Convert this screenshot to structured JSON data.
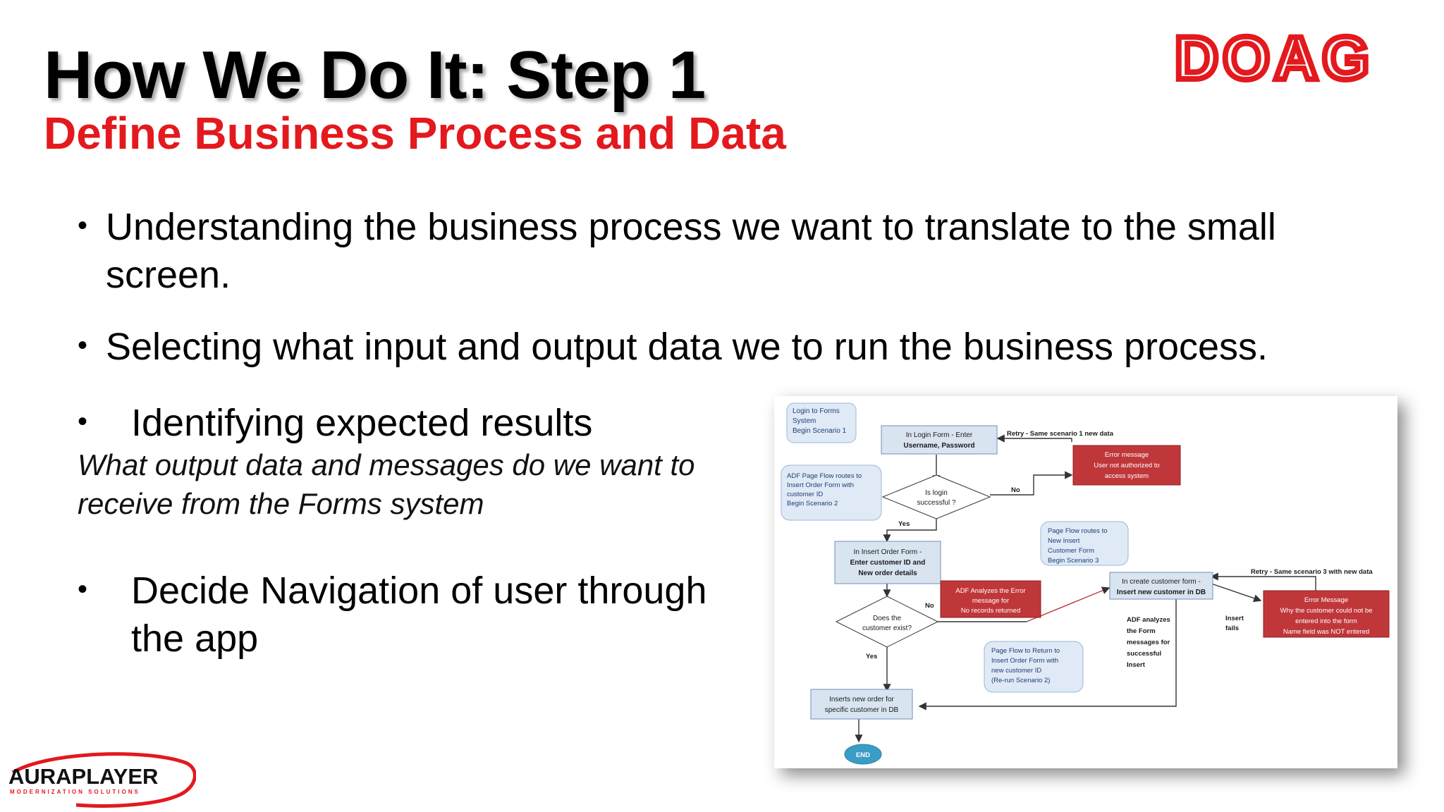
{
  "slide": {
    "title": "How We Do It: Step 1",
    "subtitle": "Define Business Process and Data",
    "logo_text": "DOAG",
    "footer_logo": {
      "name": "AURAPLAYER",
      "tagline": "MODERNIZATION SOLUTIONS"
    },
    "colors": {
      "accent_red": "#e3191e",
      "flow_box_blue": "#d9e4f1",
      "flow_box_red": "#c0373a"
    }
  },
  "bullets": [
    {
      "line1": "Understanding the business process we want to translate to the small",
      "line2": "screen."
    },
    {
      "line1": "Selecting what input  and output data we to run the business process."
    },
    {
      "line1": "Identifying expected results",
      "note1": "What output data and messages do we want to",
      "note2": "receive from the Forms system"
    },
    {
      "line1": "Decide Navigation of user through",
      "line2": "the app"
    }
  ],
  "flowchart": {
    "callouts": {
      "login": [
        "Login to Forms",
        "System",
        "Begin Scenario 1"
      ],
      "adf_routes": [
        "ADF Page Flow routes to",
        "Insert Order Form with",
        "customer ID",
        "Begin Scenario 2"
      ],
      "page_flow_new": [
        "Page Flow routes to",
        "New Insert",
        "Customer Form",
        "Begin Scenario 3"
      ],
      "page_flow_return": [
        "Page Flow to Return to",
        "Insert Order Form with",
        "new customer ID",
        "(Re-run Scenario 2)"
      ]
    },
    "boxes": {
      "login_form": [
        "In  Login Form - Enter",
        "Username, Password"
      ],
      "error_auth": [
        "Error message",
        "User not authorized to",
        "access system"
      ],
      "insert_order": [
        "In  Insert Order Form -",
        "Enter customer ID and",
        "New order details"
      ],
      "adf_analyzes": [
        "ADF Analyzes the Error",
        "message for",
        "No records returned"
      ],
      "create_customer": [
        "In create customer form -",
        "Insert new customer in DB"
      ],
      "error_name": [
        "Error Message",
        "Why the customer could not be",
        "entered into the form",
        "Name field was NOT entered"
      ],
      "inserts_order": [
        "Inserts new order for",
        "specific  customer in DB"
      ]
    },
    "decisions": {
      "login_ok": [
        "Is login",
        "successful ?"
      ],
      "customer_exists": [
        "Does the",
        "customer exist?"
      ]
    },
    "labels": {
      "retry1": "Retry - Same scenario 1 new data",
      "retry3": "Retry - Same scenario 3 with new data",
      "no1": "No",
      "yes1": "Yes",
      "no2": "No",
      "yes2": "Yes",
      "insert_fails": [
        "Insert",
        "fails"
      ],
      "adf_success": [
        "ADF analyzes",
        "the Form",
        "messages for",
        "successful",
        "Insert"
      ]
    },
    "end_label": "END"
  }
}
